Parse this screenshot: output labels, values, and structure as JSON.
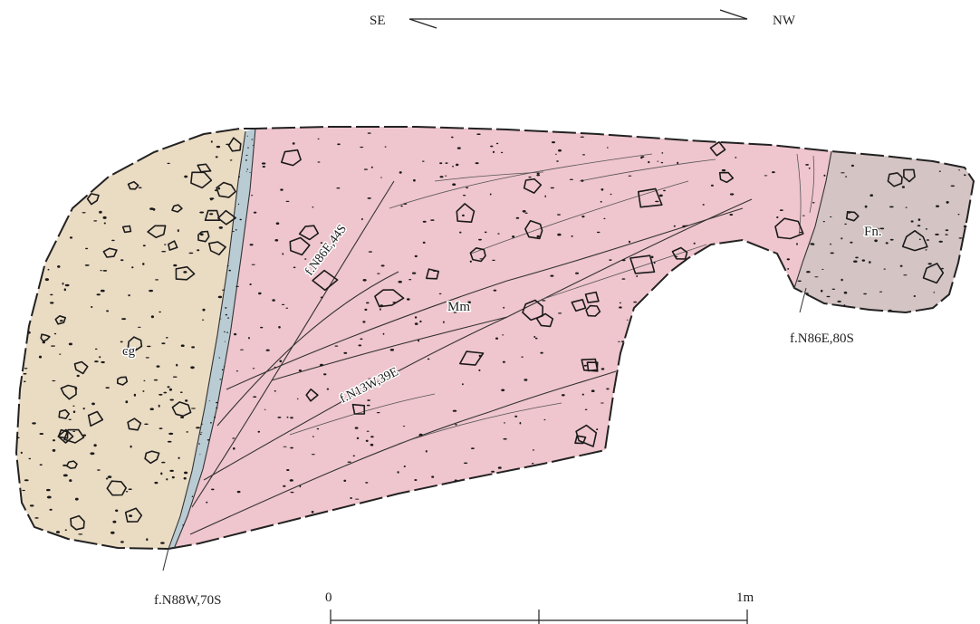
{
  "orientation": {
    "left": "SE",
    "right": "NW"
  },
  "units": {
    "cg": "cg",
    "mm": "Mm",
    "fn": "Fn."
  },
  "faults": {
    "f1": "f.N88W,70S",
    "f2": "f.N86E,44S",
    "f3": "f.N13W,39E",
    "f4": "f.N86E,80S"
  },
  "scale": {
    "start": "0",
    "end": "1m"
  },
  "colors": {
    "cg_fill": "#eadbc3",
    "fault_gouge": "#b9cbd3",
    "mm_fill": "#efc5ce",
    "fn_fill": "#d4c4c4",
    "line": "#222222"
  }
}
